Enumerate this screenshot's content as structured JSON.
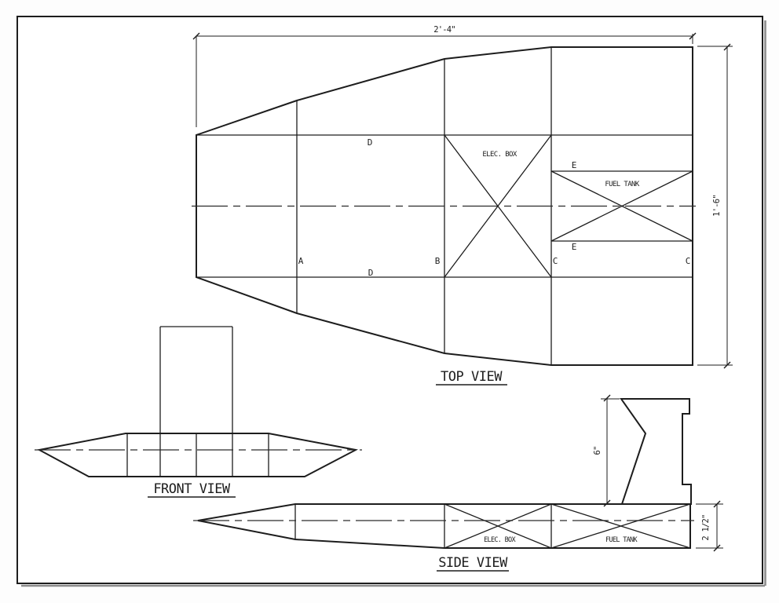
{
  "sheet": {
    "background": "#ffffff",
    "ink": "#1d1d1d",
    "shadow": "#8c8c8c"
  },
  "top_view": {
    "title": "TOP VIEW",
    "width_dim": "2'-4\"",
    "height_dim": "1'-6\"",
    "elec_box_label": "ELEC. BOX",
    "fuel_tank_label": "FUEL TANK",
    "station_a": "A",
    "station_b": "B",
    "station_c_left": "C",
    "station_c_right": "C",
    "deck_d_upper": "D",
    "deck_d_lower": "D",
    "tank_e_upper": "E",
    "tank_e_lower": "E"
  },
  "front_view": {
    "title": "FRONT VIEW"
  },
  "side_view": {
    "title": "SIDE VIEW",
    "elec_box_label": "ELEC. BOX",
    "fuel_tank_label": "FUEL TANK",
    "bracket_height_dim": "6\"",
    "hull_depth_dim": "2 1/2\""
  }
}
